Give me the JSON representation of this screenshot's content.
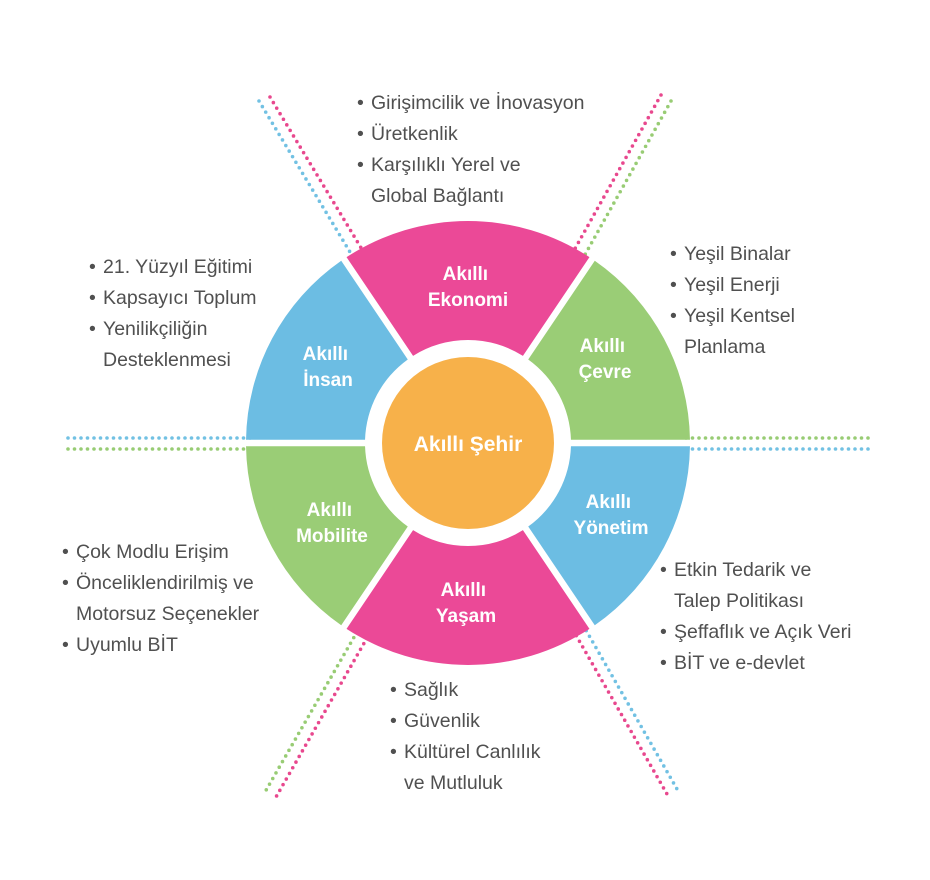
{
  "center": {
    "label": "Akıllı Şehir",
    "color": "#f7b14a"
  },
  "line_colors": {
    "blue": "#72c1e3",
    "pink": "#e8488e",
    "green": "#98cc74"
  },
  "segments": [
    {
      "id": "ekonomi",
      "line1": "Akıllı",
      "line2": "Ekonomi",
      "color": "#eb4997",
      "items": [
        "Girişimcilik ve İnovasyon",
        "Üretkenlik",
        "Karşılıklı Yerel ve\nGlobal Bağlantı"
      ]
    },
    {
      "id": "cevre",
      "line1": "Akıllı",
      "line2": "Çevre",
      "color": "#9acd76",
      "items": [
        "Yeşil Binalar",
        "Yeşil Enerji",
        "Yeşil Kentsel\nPlanlama"
      ]
    },
    {
      "id": "yonetim",
      "line1": "Akıllı",
      "line2": "Yönetim",
      "color": "#6cbde3",
      "items": [
        "Etkin Tedarik ve\nTalep Politikası",
        "Şeffaflık ve Açık Veri",
        "BİT ve e-devlet"
      ]
    },
    {
      "id": "yasam",
      "line1": "Akıllı",
      "line2": "Yaşam",
      "color": "#eb4997",
      "items": [
        "Sağlık",
        "Güvenlik",
        "Kültürel Canlılık\nve Mutluluk"
      ]
    },
    {
      "id": "mobilite",
      "line1": "Akıllı",
      "line2": "Mobilite",
      "color": "#9acd76",
      "items": [
        "Çok Modlu Erişim",
        "Önceliklendirilmiş ve\nMotorsuz Seçenekler",
        "Uyumlu BİT"
      ]
    },
    {
      "id": "insan",
      "line1": "Akıllı",
      "line2": "İnsan",
      "color": "#6cbde3",
      "items": [
        "21. Yüzyıl Eğitimi",
        "Kapsayıcı Toplum",
        "Yenilikçiliğin\nDesteklenmesi"
      ]
    }
  ]
}
